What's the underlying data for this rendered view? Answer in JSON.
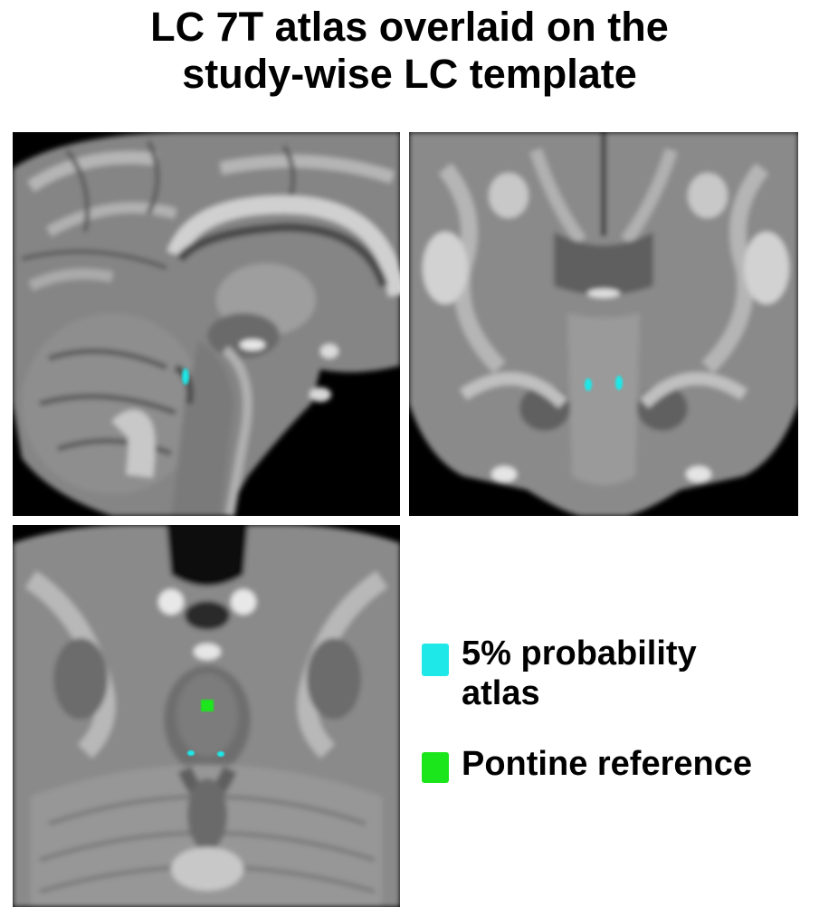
{
  "title_line1": "LC 7T atlas overlaid on the",
  "title_line2": "study-wise LC template",
  "panels": [
    {
      "name": "sagittal-view"
    },
    {
      "name": "coronal-view"
    },
    {
      "name": "axial-view"
    }
  ],
  "legend": {
    "items": [
      {
        "label": "5% probability atlas",
        "color": "#1ee8e8",
        "icon": "cyan-square-swatch"
      },
      {
        "label": "Pontine reference",
        "color": "#1be61b",
        "icon": "green-square-swatch"
      }
    ]
  },
  "colors": {
    "atlas": "#1ee8e8",
    "pontine": "#1be61b",
    "background": "#000000",
    "tissue": "#8c8c8c"
  }
}
